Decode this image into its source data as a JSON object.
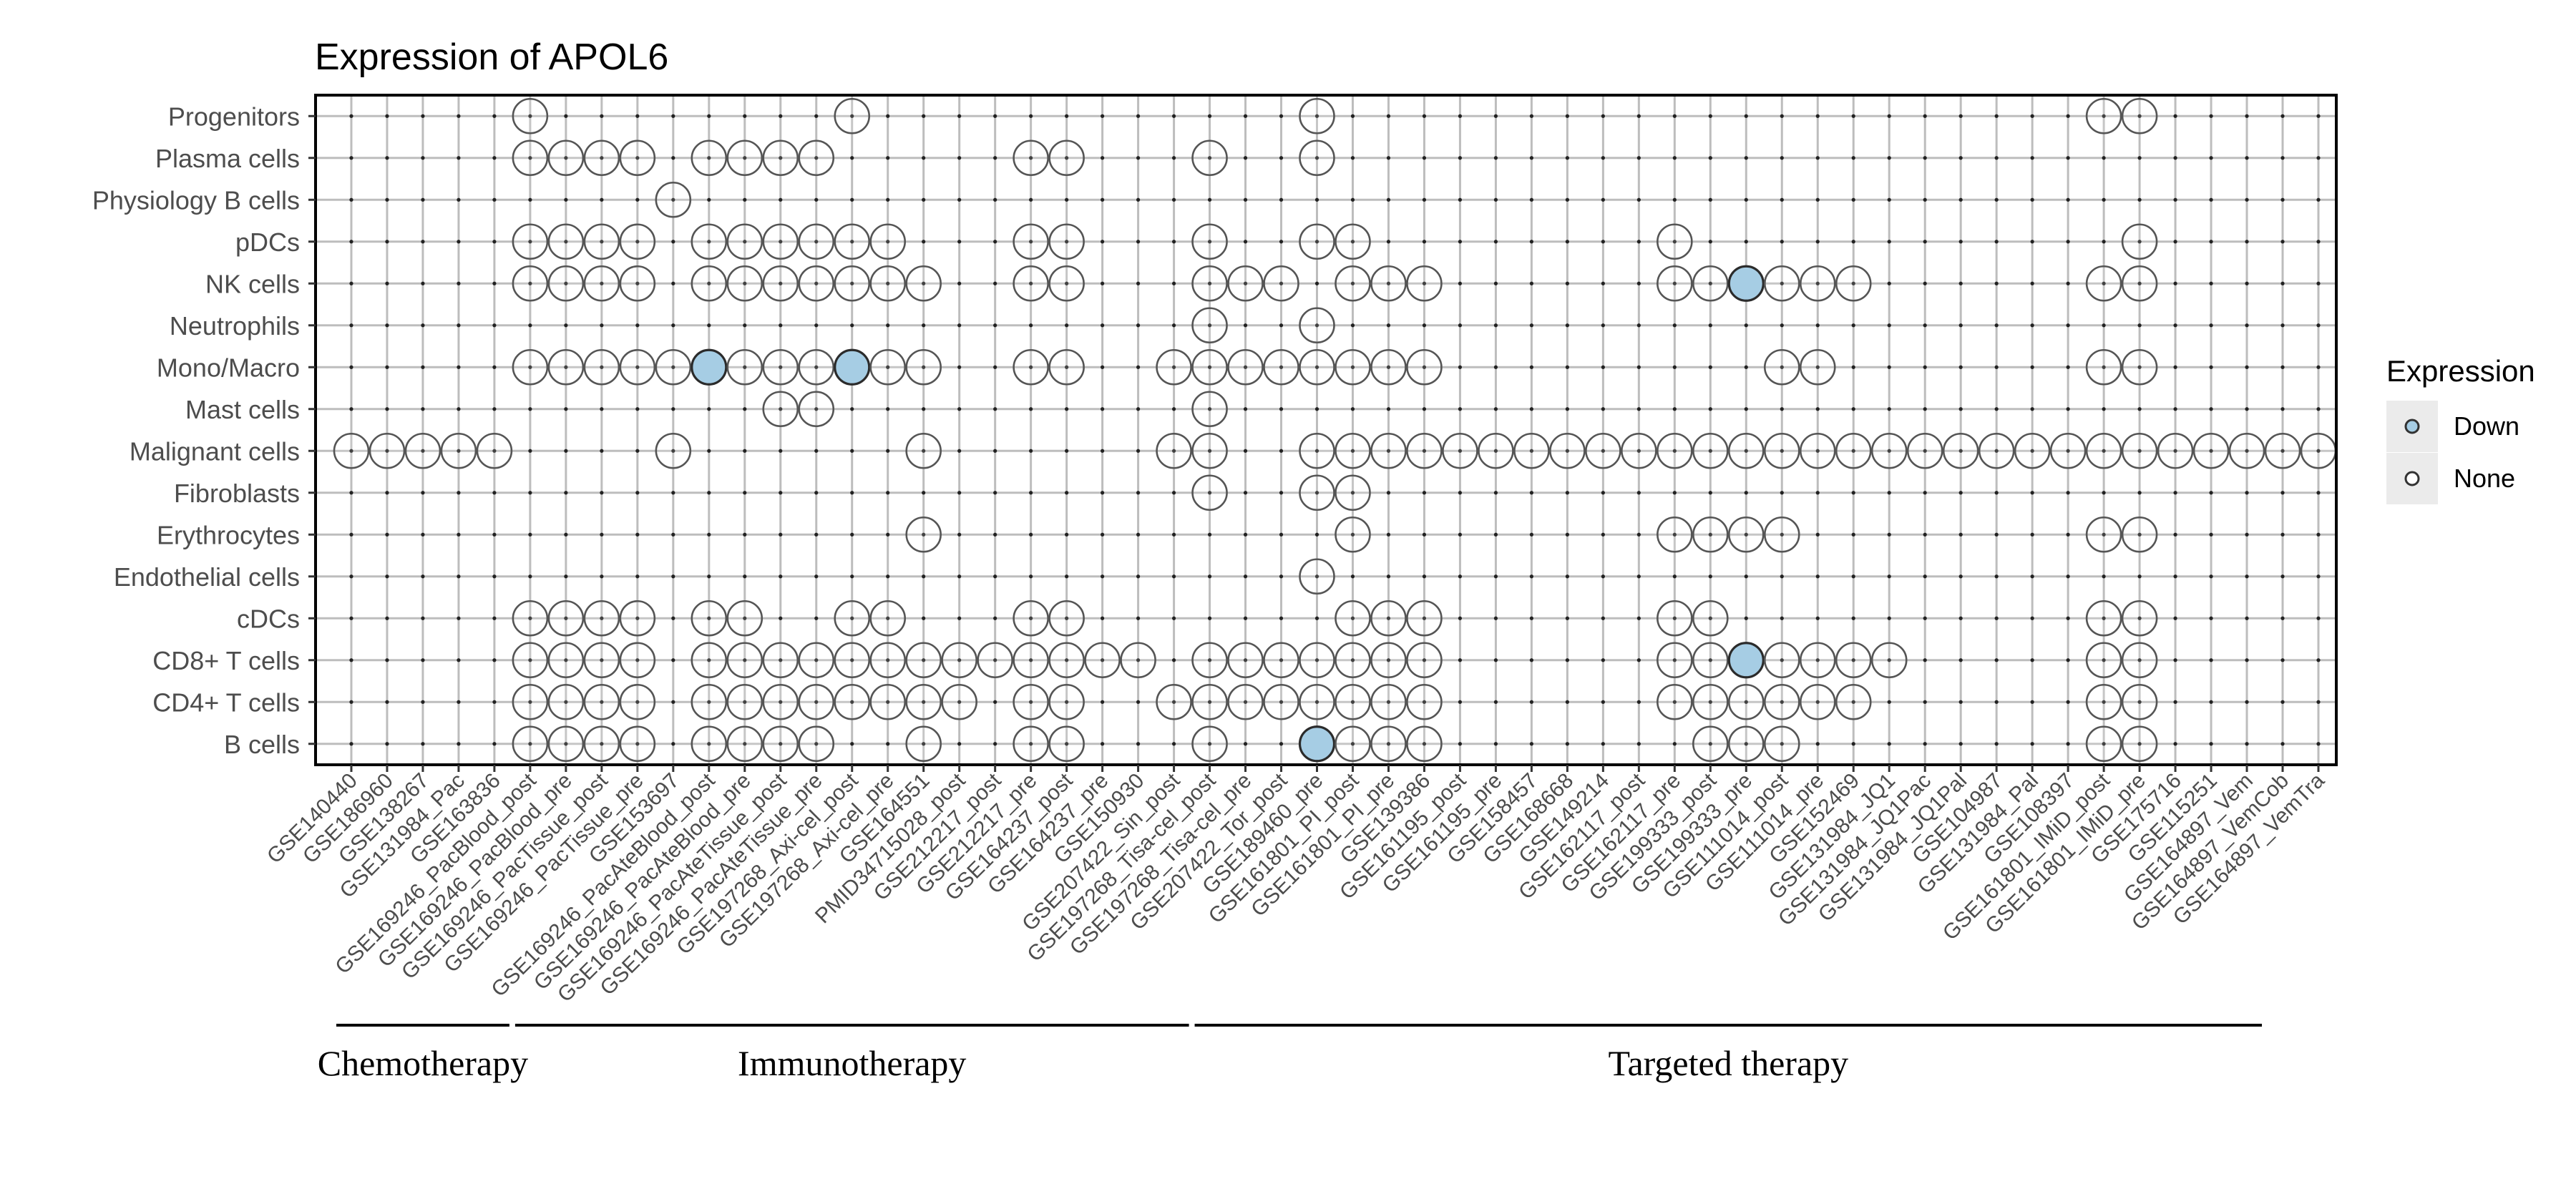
{
  "chart_data": {
    "type": "scatter",
    "title": "Expression of APOL6",
    "xlabel": "",
    "ylabel": "",
    "grid": true,
    "legend_position": "right",
    "legend": {
      "title": "Expression",
      "entries": [
        {
          "label": "Down",
          "color": "#a6cde4"
        },
        {
          "label": "None",
          "color": "#ffffff"
        }
      ]
    },
    "colors": {
      "Down": "#a6cde4",
      "None": "#ffffff"
    },
    "x_categories": [
      "GSE140440",
      "GSE186960",
      "GSE138267",
      "GSE131984_Pac",
      "GSE163836",
      "GSE169246_PacBlood_post",
      "GSE169246_PacBlood_pre",
      "GSE169246_PacTissue_post",
      "GSE169246_PacTissue_pre",
      "GSE153697",
      "GSE169246_PacAteBlood_post",
      "GSE169246_PacAteBlood_pre",
      "GSE169246_PacAteTissue_post",
      "GSE169246_PacAteTissue_pre",
      "GSE197268_Axi-cel_post",
      "GSE197268_Axi-cel_pre",
      "GSE164551",
      "PMID34715028_post",
      "GSE212217_post",
      "GSE212217_pre",
      "GSE164237_post",
      "GSE164237_pre",
      "GSE150930",
      "GSE207422_Sin_post",
      "GSE197268_Tisa-cel_post",
      "GSE197268_Tisa-cel_pre",
      "GSE207422_Tor_post",
      "GSE189460_pre",
      "GSE161801_PI_post",
      "GSE161801_PI_pre",
      "GSE139386",
      "GSE161195_post",
      "GSE161195_pre",
      "GSE158457",
      "GSE168668",
      "GSE149214",
      "GSE162117_post",
      "GSE162117_pre",
      "GSE199333_post",
      "GSE199333_pre",
      "GSE111014_post",
      "GSE111014_pre",
      "GSE152469",
      "GSE131984_JQ1",
      "GSE131984_JQ1Pac",
      "GSE131984_JQ1Pal",
      "GSE104987",
      "GSE131984_Pal",
      "GSE108397",
      "GSE161801_IMiD_post",
      "GSE161801_IMiD_pre",
      "GSE175716",
      "GSE115251",
      "GSE164897_Vem",
      "GSE164897_VemCob",
      "GSE164897_VemTra"
    ],
    "y_categories": [
      "Progenitors",
      "Plasma cells",
      "Physiology B cells",
      "pDCs",
      "NK cells",
      "Neutrophils",
      "Mono/Macro",
      "Mast cells",
      "Malignant cells",
      "Fibroblasts",
      "Erythrocytes",
      "Endothelial cells",
      "cDCs",
      "CD8+ T cells",
      "CD4+ T cells",
      "B cells"
    ],
    "groups": [
      {
        "label": "Chemotherapy",
        "start": 0,
        "end": 4
      },
      {
        "label": "Immunotherapy",
        "start": 5,
        "end": 23
      },
      {
        "label": "Targeted therapy",
        "start": 24,
        "end": 53
      }
    ],
    "points": [
      {
        "y": "Progenitors",
        "x": [
          5,
          14,
          27,
          49,
          50
        ]
      },
      {
        "y": "Plasma cells",
        "x": [
          5,
          6,
          7,
          8,
          10,
          11,
          12,
          13,
          19,
          20,
          24,
          27
        ]
      },
      {
        "y": "Physiology B cells",
        "x": [
          9
        ]
      },
      {
        "y": "pDCs",
        "x": [
          5,
          6,
          7,
          8,
          10,
          11,
          12,
          13,
          14,
          15,
          19,
          20,
          24,
          27,
          28,
          37,
          50
        ]
      },
      {
        "y": "NK cells",
        "x": [
          5,
          6,
          7,
          8,
          10,
          11,
          12,
          13,
          14,
          15,
          16,
          19,
          20,
          24,
          25,
          26,
          28,
          29,
          30,
          37,
          38,
          39,
          40,
          41,
          42,
          49,
          50
        ],
        "down": [
          39
        ]
      },
      {
        "y": "Neutrophils",
        "x": [
          24,
          27
        ]
      },
      {
        "y": "Mono/Macro",
        "x": [
          5,
          6,
          7,
          8,
          9,
          10,
          11,
          12,
          13,
          14,
          15,
          16,
          19,
          20,
          23,
          24,
          25,
          26,
          27,
          28,
          29,
          30,
          40,
          41,
          49,
          50
        ],
        "down": [
          10,
          14
        ]
      },
      {
        "y": "Mast cells",
        "x": [
          12,
          13,
          24
        ]
      },
      {
        "y": "Malignant cells",
        "x": [
          0,
          1,
          2,
          3,
          4,
          9,
          16,
          23,
          24,
          27,
          28,
          29,
          30,
          31,
          32,
          33,
          34,
          35,
          36,
          37,
          38,
          39,
          40,
          41,
          42,
          43,
          44,
          45,
          46,
          47,
          48,
          49,
          50,
          51,
          52,
          53,
          54,
          55
        ]
      },
      {
        "y": "Fibroblasts",
        "x": [
          24,
          27,
          28
        ]
      },
      {
        "y": "Erythrocytes",
        "x": [
          16,
          28,
          37,
          38,
          39,
          40,
          49,
          50
        ]
      },
      {
        "y": "Endothelial cells",
        "x": [
          27
        ]
      },
      {
        "y": "cDCs",
        "x": [
          5,
          6,
          7,
          8,
          10,
          11,
          14,
          15,
          19,
          20,
          28,
          29,
          30,
          37,
          38,
          49,
          50
        ]
      },
      {
        "y": "CD8+ T cells",
        "x": [
          5,
          6,
          7,
          8,
          10,
          11,
          12,
          13,
          14,
          15,
          16,
          17,
          18,
          19,
          20,
          21,
          22,
          24,
          25,
          26,
          27,
          28,
          29,
          30,
          37,
          38,
          39,
          40,
          41,
          42,
          43,
          49,
          50
        ],
        "down": [
          39
        ]
      },
      {
        "y": "CD4+ T cells",
        "x": [
          5,
          6,
          7,
          8,
          10,
          11,
          12,
          13,
          14,
          15,
          16,
          17,
          19,
          20,
          23,
          24,
          25,
          26,
          27,
          28,
          29,
          30,
          37,
          38,
          39,
          40,
          41,
          42,
          49,
          50
        ]
      },
      {
        "y": "B cells",
        "x": [
          5,
          6,
          7,
          8,
          10,
          11,
          12,
          13,
          16,
          19,
          20,
          24,
          27,
          28,
          29,
          30,
          38,
          39,
          40,
          49,
          50
        ],
        "down": [
          27
        ]
      }
    ]
  }
}
